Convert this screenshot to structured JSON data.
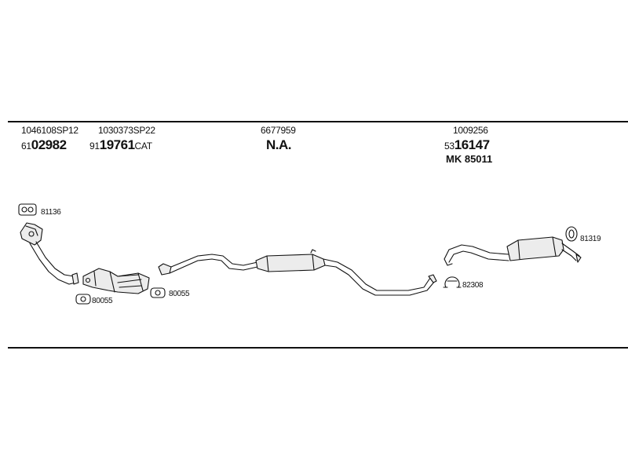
{
  "columns": [
    {
      "ref": "1046108SP12",
      "prefix": "61",
      "number": "02982",
      "suffix": ""
    },
    {
      "ref": "1030373SP22",
      "prefix": "91",
      "number": "19761",
      "suffix": "CAT"
    },
    {
      "ref": "6677959",
      "number": "N.A."
    },
    {
      "ref": "1009256",
      "prefix": "53",
      "number": "16147",
      "mk_prefix": "MK",
      "mk_number": "85011"
    }
  ],
  "part_labels": {
    "gasket_top": "81136",
    "gasket_left": "80055",
    "gasket_mid": "80055",
    "clamp": "82308",
    "hanger": "81319"
  },
  "colors": {
    "line": "#111111",
    "background": "#ffffff",
    "part_fill": "#ececec"
  }
}
